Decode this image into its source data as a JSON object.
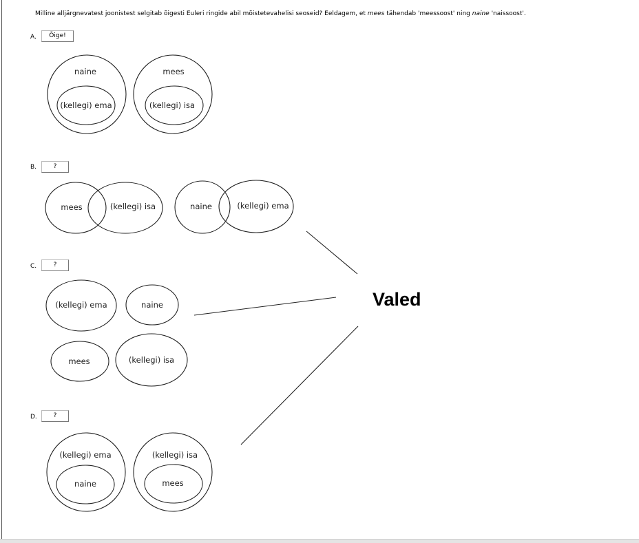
{
  "question": {
    "part1": "Milline alljärgnevatest joonistest selgitab õigesti Euleri ringide abil mõistetevahelisi seoseid? Eeldagem, et ",
    "term_mees": "mees",
    "part2": " tähendab 'meessoost' ning ",
    "term_naine": "naine",
    "part3": " 'naissoost'."
  },
  "options": [
    {
      "letter": "A.",
      "answer": "Õige!"
    },
    {
      "letter": "B.",
      "answer": "?"
    },
    {
      "letter": "C.",
      "answer": "?"
    },
    {
      "letter": "D.",
      "answer": "?"
    }
  ],
  "labels": {
    "naine": "naine",
    "mees": "mees",
    "ema": "(kellegi) ema",
    "isa": "(kellegi) isa"
  },
  "annotation": "Valed"
}
